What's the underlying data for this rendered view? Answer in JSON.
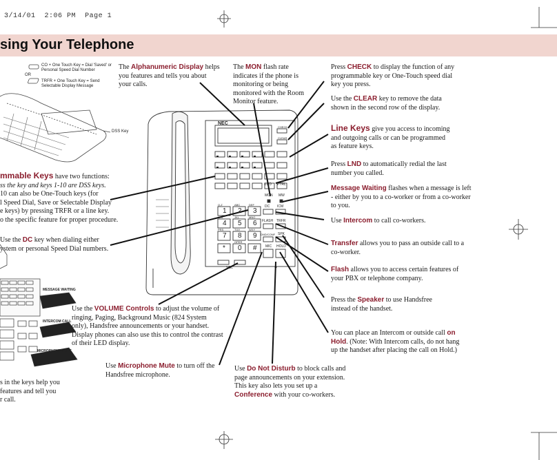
{
  "header": {
    "date": "3/14/01",
    "time": "2:06 PM",
    "page_label": "Page 1"
  },
  "title": "sing Your Telephone",
  "legend": {
    "or_label": "OR",
    "co_text": "CO + One Touch Key = Dial 'Saved' or Personal Speed Dial Number",
    "trfr_text": "TRFR + One Touch Key = Send Selectable Display Message",
    "dss_key": "DSS Key"
  },
  "phone": {
    "brand": "NEC",
    "side_labels": [
      "CHECK",
      "CLEAR"
    ],
    "key_labels": {
      "lnd": "LND",
      "ptrl": "PTRL",
      "mon": "MON",
      "mw": "MW",
      "dc": "DC",
      "icm": "ICM",
      "flash": "FLASH",
      "trfr": "TRFR",
      "dnd": "DND/CONF",
      "spk": "SPK",
      "mic": "MIC",
      "hold": "HOLD",
      "vol": "VOL"
    },
    "dial_keys": [
      "1",
      "2",
      "3",
      "4",
      "5",
      "6",
      "7",
      "8",
      "9",
      "*",
      "0",
      "#"
    ],
    "dial_letters": [
      "Q,Z",
      "ABC",
      "DEF",
      "GHI",
      "JKL",
      "MNO",
      "PRS",
      "TUV",
      "WXY",
      "",
      "OPER",
      ""
    ]
  },
  "left_callouts": {
    "programmable": {
      "kw": "mmable Keys",
      "rest": " have two functions:",
      "lines": [
        "ss the key and keys 1-10 are DSS keys.",
        "10 can also be One-Touch keys (for",
        "l Speed Dial, Save or Selectable Display",
        "e keys) by pressing TRFR or a line key.",
        "o the specific feature for proper procedure."
      ],
      "italic_part": "ss the key"
    },
    "dc": {
      "pre": "Use the ",
      "kw": "DC",
      "post": " key when dialing either",
      "line2": "ystem or personal Speed Dial numbers."
    },
    "bottom": {
      "lines": [
        "s in the keys help you",
        "features and tell you",
        "r call."
      ]
    },
    "mini_labels": [
      "MESSAGE WAITING",
      "INTERCOM CALL",
      "MICROPHONE MUTE"
    ]
  },
  "center_callouts": {
    "alpha": {
      "pre": "The ",
      "kw": "Alphanumeric Display",
      "post": " helps",
      "lines": [
        "you features and tells you about",
        "your calls."
      ]
    },
    "mon": {
      "pre": "The ",
      "kw": "MON",
      "post": " flash rate",
      "lines": [
        "indicates if the phone is",
        "monitoring or being",
        "monitored with the Room",
        "Monitor feature."
      ]
    },
    "volume": {
      "pre": "Use the ",
      "kw": "VOLUME Controls",
      "post": " to adjust the volume of",
      "lines": [
        "ringing, Paging, Background Music (824 System",
        "only), Handsfree announcements or your handset.",
        "Display phones can also use this to control the contrast",
        "of their LED display."
      ]
    },
    "mic": {
      "pre": "Use ",
      "kw": "Microphone Mute",
      "post": " to turn off the",
      "lines": [
        "Handsfree microphone."
      ]
    },
    "dnd": {
      "pre": "Use ",
      "kw": "Do Not Disturb",
      "post": " to block calls and",
      "lines": [
        "page announcements on your extension.",
        "This key also lets you set up a"
      ],
      "kw2": "Conference",
      "post2": " with your co-workers."
    }
  },
  "right_callouts": {
    "check": {
      "pre": "Press ",
      "kw": "CHECK",
      "post": " to display the function of any",
      "lines": [
        "programmable key or One-Touch speed dial",
        "key you press."
      ]
    },
    "clear": {
      "pre": "Use the ",
      "kw": "CLEAR",
      "post": " key to remove the data",
      "lines": [
        "shown in the second row of the display."
      ]
    },
    "line": {
      "kw": "Line Keys",
      "post": " give you access to incoming",
      "lines": [
        "and outgoing calls or can be programmed",
        "as feature keys."
      ]
    },
    "lnd": {
      "pre": "Press ",
      "kw": "LND",
      "post": " to automatically redial the last",
      "lines": [
        "number you called."
      ]
    },
    "mw": {
      "kw": "Message Waiting",
      "post": " flashes when a message is left",
      "lines": [
        "- either by you to a co-worker or from a co-worker",
        "to you."
      ]
    },
    "icm": {
      "pre": "Use ",
      "kw": "Intercom",
      "post": " to call co-workers.",
      "lines": []
    },
    "transfer": {
      "kw": "Transfer",
      "post": " allows you to pass an outside call to a",
      "lines": [
        "co-worker."
      ]
    },
    "flash": {
      "kw": "Flash",
      "post": " allows you to access certain features of",
      "lines": [
        "your PBX or telephone company."
      ]
    },
    "speaker": {
      "pre": "Press the ",
      "kw": "Speaker",
      "post": " to use Handsfree",
      "lines": [
        "instead of the handset."
      ]
    },
    "hold": {
      "pre": "You can place an Intercom or outside call ",
      "kw": "on",
      "kw_b": "Hold",
      "post": ". (Note: With Intercom calls, do not hang",
      "lines": [
        "up the handset after placing the call on Hold.)"
      ]
    }
  }
}
